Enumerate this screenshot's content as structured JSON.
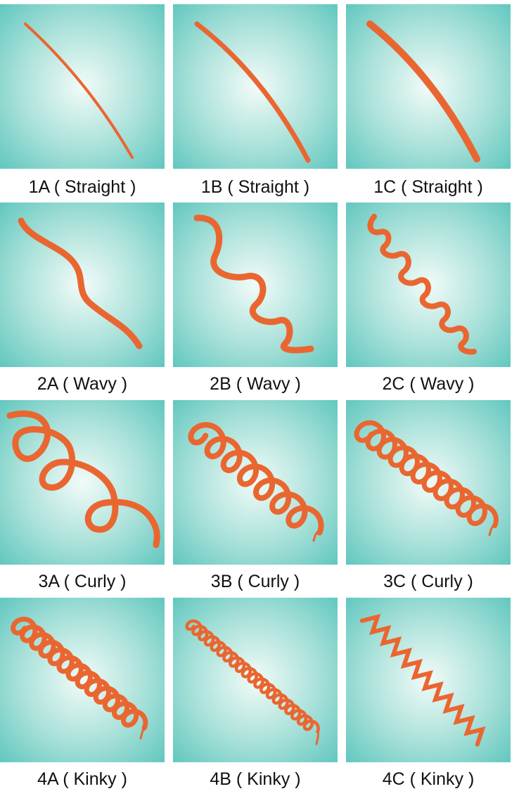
{
  "colors": {
    "hair": "#ea6630",
    "tile_center": "#f2fbf8",
    "tile_edge": "#5ec6be",
    "label_text": "#111111"
  },
  "hair_types": [
    {
      "label": "1A ( Straight )",
      "type": "straight",
      "variant": "A"
    },
    {
      "label": "1B ( Straight )",
      "type": "straight",
      "variant": "B"
    },
    {
      "label": "1C ( Straight )",
      "type": "straight",
      "variant": "C"
    },
    {
      "label": "2A ( Wavy )",
      "type": "wavy",
      "variant": "A"
    },
    {
      "label": "2B ( Wavy )",
      "type": "wavy",
      "variant": "B"
    },
    {
      "label": "2C ( Wavy )",
      "type": "wavy",
      "variant": "C"
    },
    {
      "label": "3A ( Curly )",
      "type": "curly",
      "variant": "A"
    },
    {
      "label": "3B ( Curly )",
      "type": "curly",
      "variant": "B"
    },
    {
      "label": "3C ( Curly )",
      "type": "curly",
      "variant": "C"
    },
    {
      "label": "4A ( Kinky )",
      "type": "kinky",
      "variant": "A"
    },
    {
      "label": "4B ( Kinky )",
      "type": "kinky",
      "variant": "B"
    },
    {
      "label": "4C ( Kinky )",
      "type": "kinky",
      "variant": "C"
    }
  ]
}
